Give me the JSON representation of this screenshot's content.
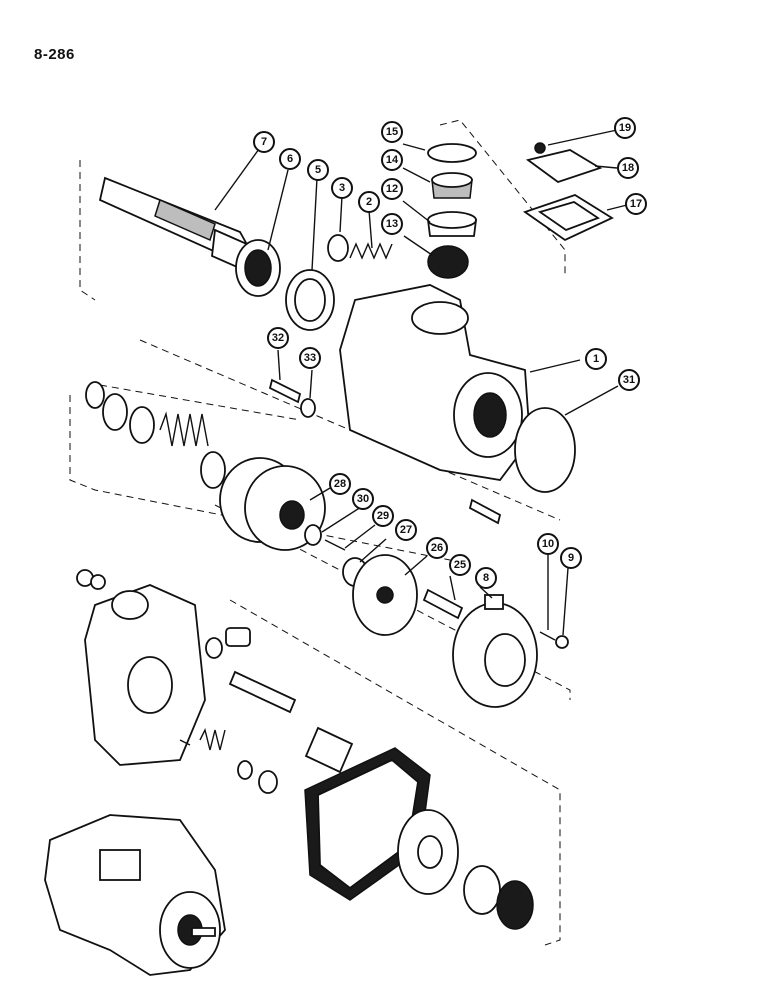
{
  "page_number": "8-286",
  "callouts": [
    "1",
    "2",
    "3",
    "5",
    "6",
    "7",
    "8",
    "9",
    "10",
    "12",
    "13",
    "14",
    "15",
    "17",
    "18",
    "19",
    "25",
    "26",
    "27",
    "28",
    "29",
    "30",
    "31",
    "32",
    "33"
  ]
}
